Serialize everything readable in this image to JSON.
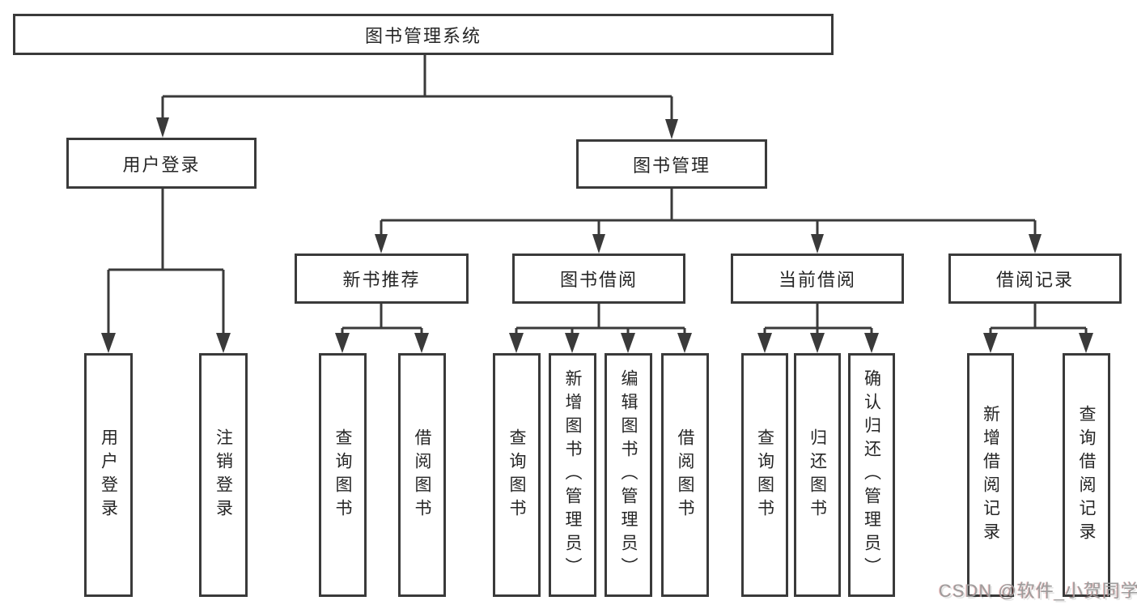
{
  "diagram": {
    "root": "图书管理系统",
    "level2": [
      "用户登录",
      "图书管理"
    ],
    "level3": [
      "新书推荐",
      "图书借阅",
      "当前借阅",
      "借阅记录"
    ],
    "leaves_user_login": [
      "用户登录",
      "注销登录"
    ],
    "leaves_new_book": [
      "查询图书",
      "借阅图书"
    ],
    "leaves_book_borrow": [
      "查询图书",
      "新增图书（管理员）",
      "编辑图书（管理员）",
      "借阅图书"
    ],
    "leaves_current_borrow": [
      "查询图书",
      "归还图书",
      "确认归还（管理员）"
    ],
    "leaves_records": [
      "新增借阅记录",
      "查询借阅记录"
    ]
  },
  "watermark": "CSDN @软件_小贺同学",
  "colors": {
    "line": "#3a3a3a",
    "text": "#262626",
    "watermark": "#9c9c9c",
    "background": "#ffffff"
  }
}
